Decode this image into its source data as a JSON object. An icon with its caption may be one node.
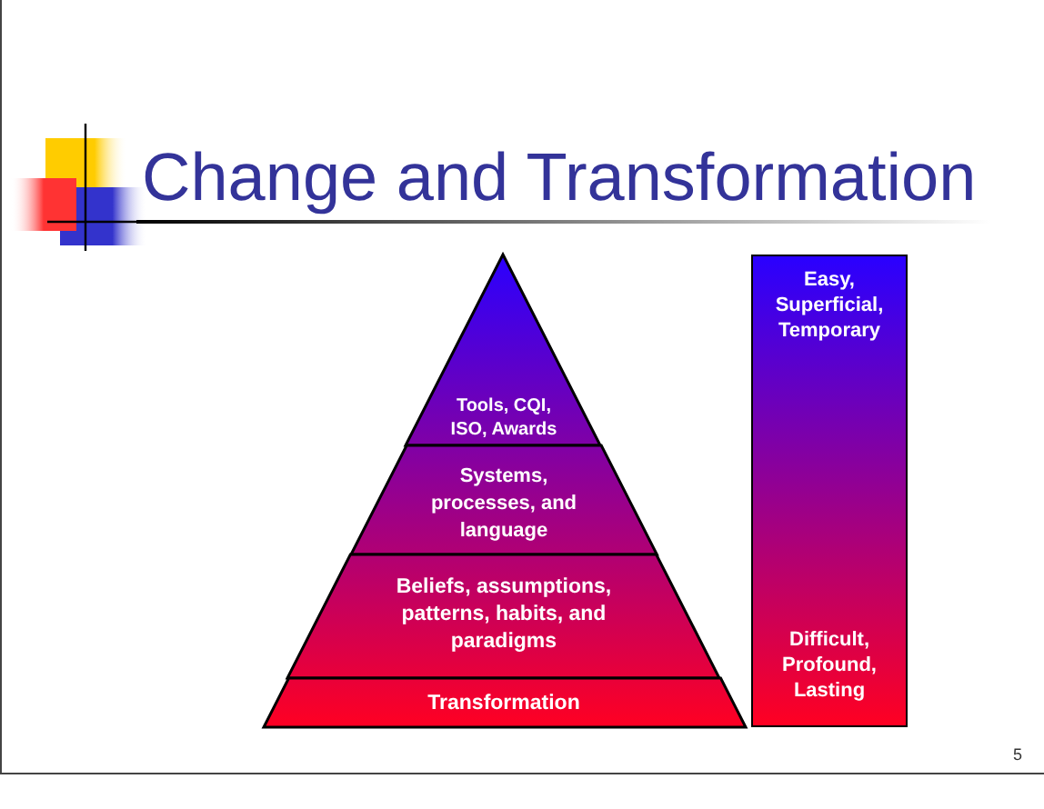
{
  "diagram": {
    "title": "Change and Transformation",
    "nodes": [
      {
        "text": [
          "Tools, CQI, ISO, Awards"
        ]
      },
      {
        "text": [
          "Systems, processes, and language"
        ]
      },
      {
        "text": [
          "Beliefs, assumptions, patterns, habits, and paradigms"
        ]
      },
      {
        "text": [
          "Transformation"
        ]
      },
      {
        "text": [
          "Easy, Superficial, Temporary",
          "Difficult, Profound, Lasting"
        ]
      }
    ],
    "labels": [
      "5"
    ]
  }
}
